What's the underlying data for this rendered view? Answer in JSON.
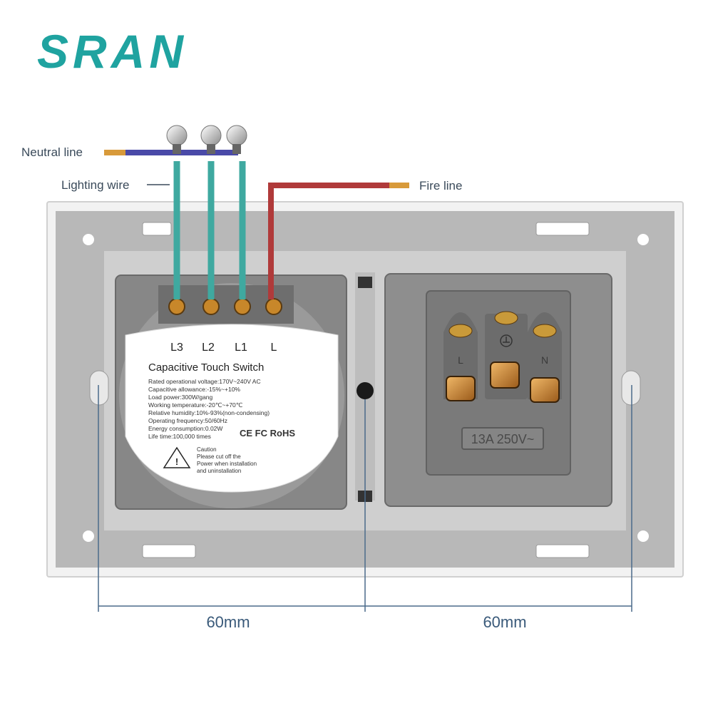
{
  "brand": {
    "logo_text": "SRAN",
    "color": "#1fa3a0"
  },
  "wires": {
    "neutral_label": "Neutral line",
    "lighting_label": "Lighting wire",
    "fire_label": "Fire line",
    "colors": {
      "neutral": "#4a4aa8",
      "lighting": "#3fa9a0",
      "fire": "#b03a3a",
      "copper": "#d89a3a"
    }
  },
  "switch_module": {
    "terminals": [
      "L3",
      "L2",
      "L1",
      "L"
    ],
    "title": "Capacitive Touch Switch",
    "specs": [
      "Rated operational voltage:170V~240V AC",
      "Capacitive allowance:-15%~+10%",
      "Load power:300W/gang",
      "Working temperature:-20℃~+70℃",
      "Relative humidity:10%-93%(non-condensing)",
      "Operating frequency:50/60Hz",
      "Energy consumption:0.02W",
      "Life time:100,000 times"
    ],
    "marks": "CE FC RoHS",
    "caution_lines": [
      "Caution",
      "Please cut off the",
      "Power when installation",
      "and uninstallation"
    ]
  },
  "socket_module": {
    "pin_labels": [
      "L",
      "N"
    ],
    "rating": "13A 250V~"
  },
  "dimensions": {
    "left": "60mm",
    "right": "60mm"
  }
}
